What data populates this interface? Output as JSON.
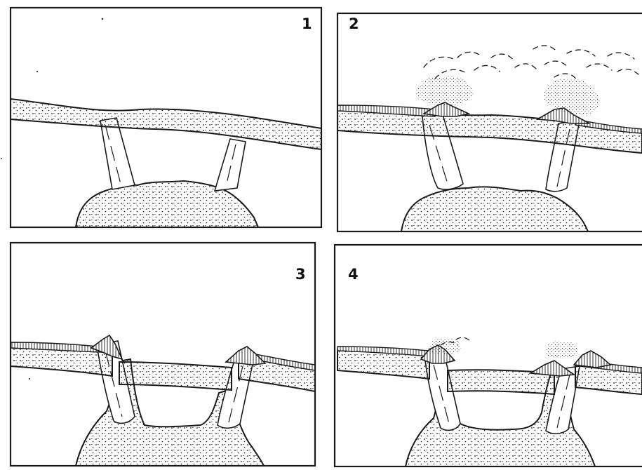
{
  "figure": {
    "panels": [
      {
        "number": "1"
      },
      {
        "number": "2"
      },
      {
        "number": "3"
      },
      {
        "number": "4"
      }
    ],
    "colors": {
      "ink": "#1a1a1a",
      "paper": "#ffffff"
    }
  }
}
